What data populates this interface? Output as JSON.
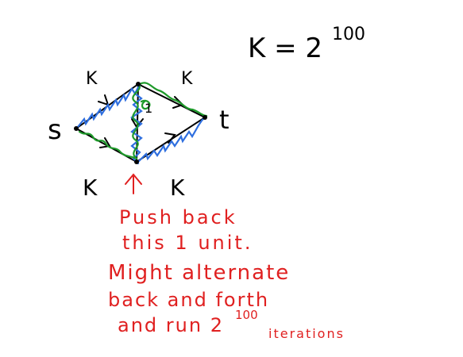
{
  "title_formula": {
    "base": "K = 2",
    "exponent": "100"
  },
  "nodes": {
    "source": "s",
    "sink": "t"
  },
  "edge_labels": {
    "top_left": "K",
    "top_right": "K",
    "bottom_left": "K",
    "bottom_right": "K",
    "middle": "1"
  },
  "annotation": {
    "line1": "Push back",
    "line2": "this 1 unit.",
    "line3": "Might alternate",
    "line4": "back and forth",
    "line5_prefix": "and run 2",
    "line5_exponent": "100",
    "line5_suffix": "iterations"
  },
  "colors": {
    "ink": "#000000",
    "blue_path": "#2f6fdf",
    "green_path": "#1e9a2a",
    "annotation": "#e02020"
  }
}
